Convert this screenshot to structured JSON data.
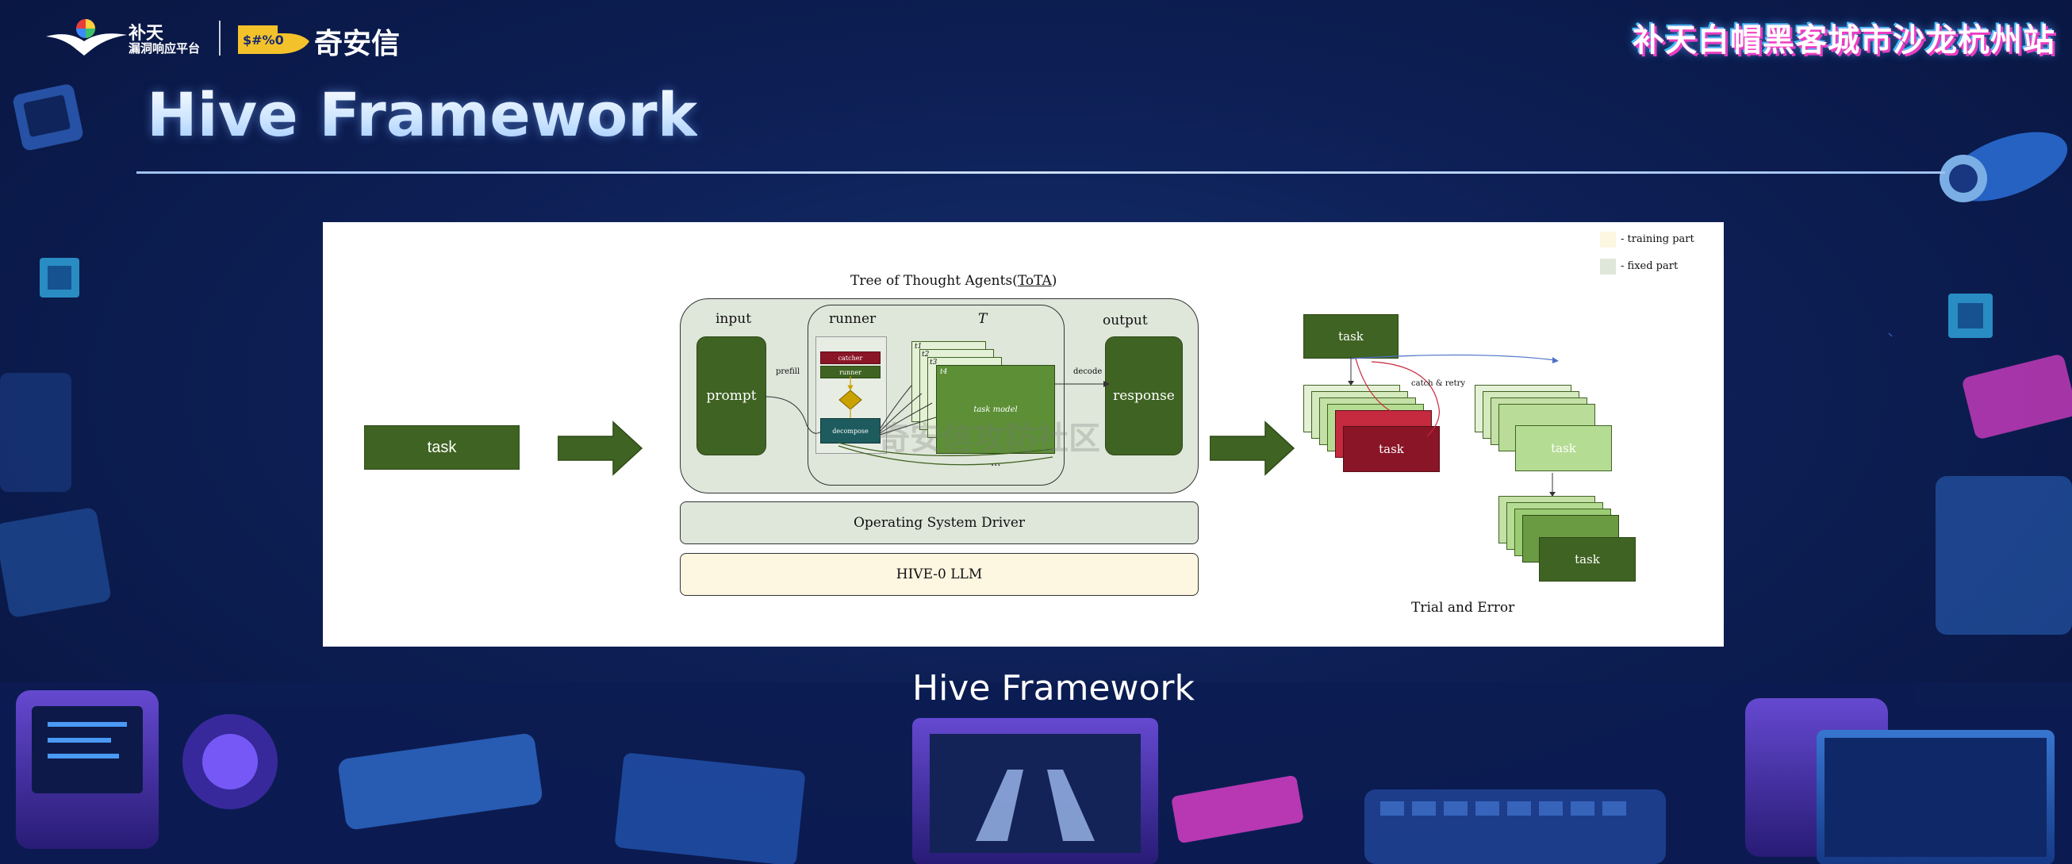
{
  "header": {
    "butian_name": "补天",
    "butian_subtitle": "漏洞响应平台",
    "qax_name": "奇安信",
    "event_title": "补天白帽黑客城市沙龙杭州站"
  },
  "slide": {
    "title": "Hive Framework",
    "caption": "Hive Framework"
  },
  "diagram": {
    "legend": {
      "training": "- training part",
      "fixed": "- fixed part",
      "training_color": "#fdf6e0",
      "fixed_color": "#dfe6da"
    },
    "task_left": "task",
    "tota_title_prefix": "Tree of Thought Agents(",
    "tota_title_abbr": "ToTA",
    "tota_title_suffix": ")",
    "input_label": "input",
    "runner_label": "runner",
    "t_label": "T",
    "output_label": "output",
    "prompt": "prompt",
    "prefill": "prefill",
    "decode": "decode",
    "response": "response",
    "catcher": "catcher",
    "runner_small": "runner",
    "decompose": "decompose",
    "task_model": "task model",
    "t1": "t1",
    "t2": "t2",
    "t3": "t3",
    "t4": "t4",
    "ellipsis": "...",
    "os_driver": "Operating System Driver",
    "llm": "HIVE-0 LLM",
    "trial_task_top": "task",
    "trial_task_red": "task",
    "trial_task_light": "task",
    "trial_task_bottom": "task",
    "catch_retry": "catch & retry",
    "trial_title": "Trial and Error",
    "watermark": "奇安信攻防社区",
    "colors": {
      "dark_green": "#3f6322",
      "mid_green": "#5c8f36",
      "light_green": "#b5dc93",
      "pale_green": "#e4f1d6",
      "red": "#8a1526",
      "teal": "#1d5b5e",
      "gold": "#c9a200",
      "fixed_bg": "#dfe6da",
      "training_bg": "#fdf6e0"
    }
  }
}
